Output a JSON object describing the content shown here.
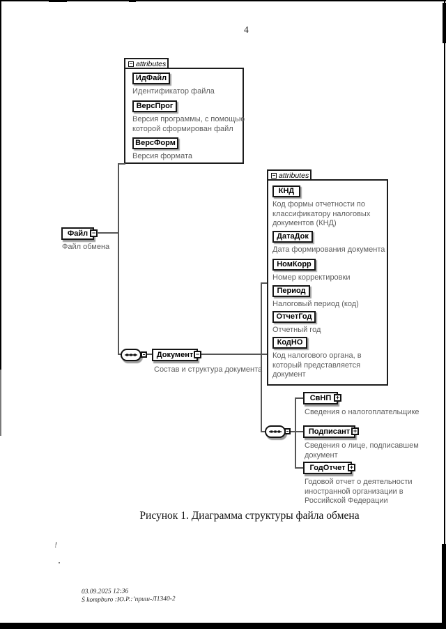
{
  "page": {
    "number": "4",
    "caption": "Рисунок 1. Диаграмма структуры файла обмена"
  },
  "footer": {
    "line1": "03.09.2025 12:36",
    "line2": "Ṡ kompburo :Ю.Р.:ʼприш-Л1340-2"
  },
  "marks": {
    "exclaim": "!"
  },
  "icons": {
    "plus": "+",
    "minus": "−"
  },
  "colors": {
    "ink": "#111111",
    "annotation": "#5d5d5d",
    "shadow": "#9b9b9b",
    "line": "#555555"
  },
  "diagram": {
    "file_element": {
      "name": "Файл",
      "annotation": "Файл обмена"
    },
    "file_attributes": {
      "header": "attributes",
      "items": [
        {
          "name": "ИдФайл",
          "annotation": "Идентификатор файла"
        },
        {
          "name": "ВерсПрог",
          "annotation": "Версия программы, с помощью которой сформирован файл"
        },
        {
          "name": "ВерсФорм",
          "annotation": "Версия формата"
        }
      ]
    },
    "document_element": {
      "name": "Документ",
      "annotation": "Состав и структура документа"
    },
    "document_attributes": {
      "header": "attributes",
      "items": [
        {
          "name": "КНД",
          "annotation": "Код формы отчетности по классификатору налоговых документов (КНД)"
        },
        {
          "name": "ДатаДок",
          "annotation": "Дата формирования документа"
        },
        {
          "name": "НомКорр",
          "annotation": "Номер корректировки"
        },
        {
          "name": "Период",
          "annotation": "Налоговый период (код)"
        },
        {
          "name": "ОтчетГод",
          "annotation": "Отчетный год"
        },
        {
          "name": "КодНО",
          "annotation": "Код налогового органа, в который представляется документ"
        }
      ]
    },
    "document_children": [
      {
        "name": "СвНП",
        "annotation": "Сведения о налогоплательщике"
      },
      {
        "name": "Подписант",
        "annotation": "Сведения о лице, подписавшем документ"
      },
      {
        "name": "ГодОтчет",
        "annotation": "Годовой отчет о деятельности иностранной организации в Российской Федерации"
      }
    ]
  }
}
